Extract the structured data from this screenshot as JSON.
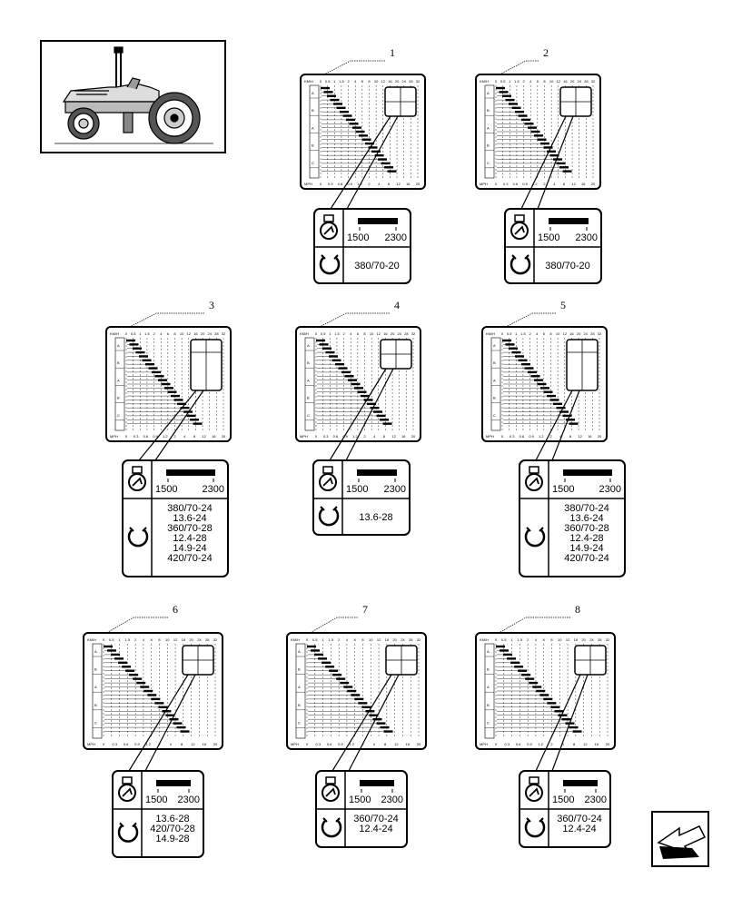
{
  "rpm_low": "1500",
  "rpm_high": "2300",
  "decals": [
    {
      "number": "1",
      "tires": [
        "380/70-20"
      ]
    },
    {
      "number": "2",
      "tires": [
        "380/70-20"
      ]
    },
    {
      "number": "3",
      "tires": [
        "380/70-24",
        "13.6-24",
        "360/70-28",
        "12.4-28",
        "14.9-24",
        "420/70-24"
      ]
    },
    {
      "number": "4",
      "tires": [
        "13.6-28"
      ]
    },
    {
      "number": "5",
      "tires": [
        "380/70-24",
        "13.6-24",
        "360/70-28",
        "12.4-28",
        "14.9-24",
        "420/70-24"
      ]
    },
    {
      "number": "6",
      "tires": [
        "13.6-28",
        "420/70-28",
        "14.9-28"
      ]
    },
    {
      "number": "7",
      "tires": [
        "360/70-24",
        "12.4-24"
      ]
    },
    {
      "number": "8",
      "tires": [
        "360/70-24",
        "12.4-24"
      ]
    }
  ],
  "chart_top_label": "KM/H",
  "chart_bottom_label": "MPH",
  "chart_top_ticks": [
    "0",
    "0.5",
    "1",
    "1.5",
    "2",
    "4",
    "6",
    "8",
    "10",
    "12",
    "16",
    "20",
    "24",
    "28",
    "32"
  ],
  "chart_bottom_ticks": [
    "0",
    "0.3",
    "0.6",
    "0.9",
    "1.2",
    "2",
    "4",
    "8",
    "12",
    "16",
    "20"
  ],
  "chart_rows": [
    "A",
    "B",
    "A",
    "B",
    "C"
  ]
}
